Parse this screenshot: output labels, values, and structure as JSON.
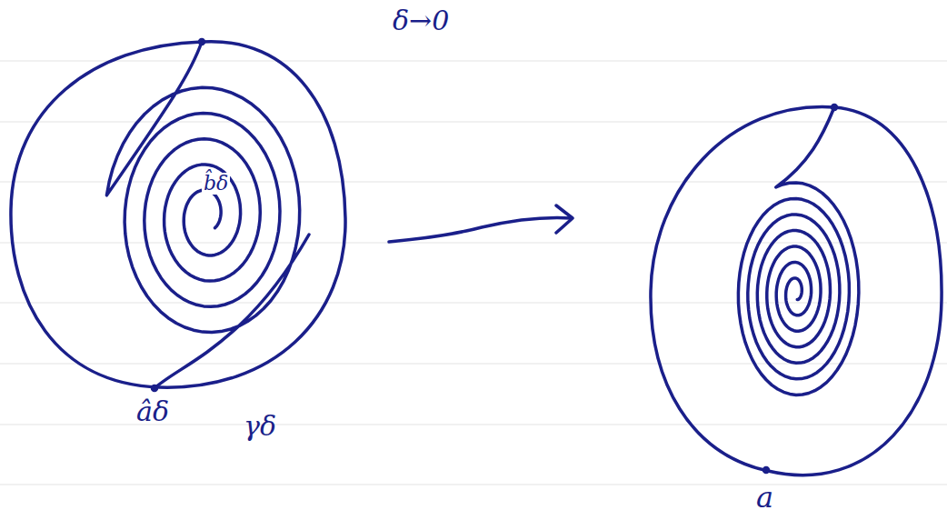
{
  "diagram": {
    "labels": [
      "δ→0",
      "b̂δ",
      "âδ",
      "γδ",
      "a"
    ]
  }
}
